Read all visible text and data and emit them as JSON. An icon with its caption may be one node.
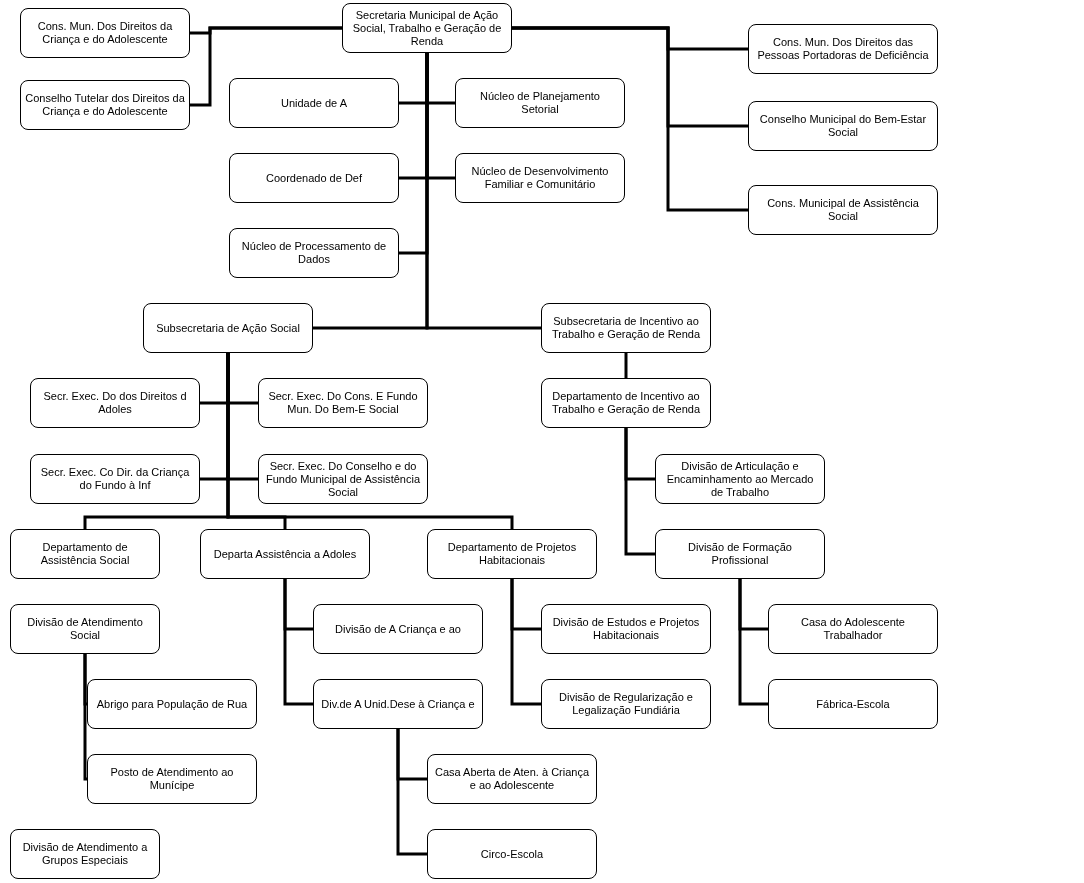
{
  "diagram": {
    "nodes": [
      {
        "text": [
          "Secretaria Municipal de Ação Social, Trabalho e Geração de Renda"
        ]
      },
      {
        "text": [
          "Cons. Mun. Dos Direitos da Criança e do Adolescente"
        ]
      },
      {
        "text": [
          "Conselho Tutelar dos Direitos da Criança e do Adolescente"
        ]
      },
      {
        "text": [
          "Cons. Mun. Dos Direitos das Pessoas Portadoras de Deficiência"
        ]
      },
      {
        "text": [
          "Conselho Municipal do Bem-Estar Social"
        ]
      },
      {
        "text": [
          "Cons. Municipal de Assistência Social"
        ]
      },
      {
        "text": [
          "Unidade de A"
        ]
      },
      {
        "text": [
          "Núcleo de Planejamento Setorial"
        ]
      },
      {
        "text": [
          "Coordenado de Def"
        ]
      },
      {
        "text": [
          "Núcleo de Desenvolvimento Familiar e Comunitário"
        ]
      },
      {
        "text": [
          "Núcleo de Processamento de Dados"
        ]
      },
      {
        "text": [
          "Subsecretaria de Ação Social"
        ]
      },
      {
        "text": [
          "Subsecretaria de Incentivo ao Trabalho e Geração de Renda"
        ]
      },
      {
        "text": [
          "Secr. Exec. Do dos Direitos d Adoles"
        ]
      },
      {
        "text": [
          "Secr. Exec. Do Cons. E Fundo Mun. Do Bem-E Social"
        ]
      },
      {
        "text": [
          "Secr. Exec. Co Dir. da Criança do Fundo à Inf"
        ]
      },
      {
        "text": [
          "Secr. Exec. Do Conselho e do Fundo Municipal de Assistência Social"
        ]
      },
      {
        "text": [
          "Departamento de Incentivo ao Trabalho e Geração de Renda"
        ]
      },
      {
        "text": [
          "Divisão de Articulação e Encaminhamento ao Mercado de Trabalho"
        ]
      },
      {
        "text": [
          "Departamento de Assistência Social"
        ]
      },
      {
        "text": [
          "Departa Assistência a Adoles"
        ]
      },
      {
        "text": [
          "Departamento de Projetos Habitacionais"
        ]
      },
      {
        "text": [
          "Divisão de Formação Profissional"
        ]
      },
      {
        "text": [
          "Divisão de Atendimento Social"
        ]
      },
      {
        "text": [
          "Divisão de A Criança e ao"
        ]
      },
      {
        "text": [
          "Divisão de Estudos e Projetos Habitacionais"
        ]
      },
      {
        "text": [
          "Casa do Adolescente Trabalhador"
        ]
      },
      {
        "text": [
          "Abrigo para População de Rua"
        ]
      },
      {
        "text": [
          "Div.de A Unid.Dese à Criança e"
        ]
      },
      {
        "text": [
          "Divisão de Regularização e Legalização Fundiária"
        ]
      },
      {
        "text": [
          "Fábrica-Escola"
        ]
      },
      {
        "text": [
          "Posto de Atendimento ao Munícipe"
        ]
      },
      {
        "text": [
          "Casa Aberta de Aten. à Criança e ao Adolescente"
        ]
      },
      {
        "text": [
          "Divisão de Atendimento a Grupos Especiais"
        ]
      },
      {
        "text": [
          "Circo-Escola"
        ]
      }
    ],
    "edges": [
      {
        "from": 0,
        "to": 1,
        "arrow": "none"
      },
      {
        "from": 0,
        "to": 2,
        "arrow": "none"
      },
      {
        "from": 0,
        "to": 3,
        "arrow": "none"
      },
      {
        "from": 0,
        "to": 4,
        "arrow": "none"
      },
      {
        "from": 0,
        "to": 5,
        "arrow": "none"
      },
      {
        "from": 0,
        "to": 6,
        "arrow": "none"
      },
      {
        "from": 0,
        "to": 7,
        "arrow": "none"
      },
      {
        "from": 0,
        "to": 8,
        "arrow": "none"
      },
      {
        "from": 0,
        "to": 9,
        "arrow": "none"
      },
      {
        "from": 0,
        "to": 10,
        "arrow": "none"
      },
      {
        "from": 0,
        "to": 11,
        "arrow": "none"
      },
      {
        "from": 0,
        "to": 12,
        "arrow": "none"
      },
      {
        "from": 11,
        "to": 13,
        "arrow": "none"
      },
      {
        "from": 11,
        "to": 14,
        "arrow": "none"
      },
      {
        "from": 11,
        "to": 15,
        "arrow": "none"
      },
      {
        "from": 11,
        "to": 16,
        "arrow": "none"
      },
      {
        "from": 11,
        "to": 19,
        "arrow": "none"
      },
      {
        "from": 11,
        "to": 20,
        "arrow": "none"
      },
      {
        "from": 11,
        "to": 21,
        "arrow": "none"
      },
      {
        "from": 12,
        "to": 17,
        "arrow": "none"
      },
      {
        "from": 17,
        "to": 18,
        "arrow": "none"
      },
      {
        "from": 17,
        "to": 22,
        "arrow": "none"
      },
      {
        "from": 22,
        "to": 26,
        "arrow": "none"
      },
      {
        "from": 22,
        "to": 30,
        "arrow": "none"
      },
      {
        "from": 21,
        "to": 25,
        "arrow": "none"
      },
      {
        "from": 21,
        "to": 29,
        "arrow": "none"
      },
      {
        "from": 20,
        "to": 24,
        "arrow": "none"
      },
      {
        "from": 20,
        "to": 28,
        "arrow": "none"
      },
      {
        "from": 23,
        "to": 27,
        "arrow": "none"
      },
      {
        "from": 23,
        "to": 31,
        "arrow": "none"
      },
      {
        "from": 28,
        "to": 32,
        "arrow": "none"
      },
      {
        "from": 28,
        "to": 34,
        "arrow": "none"
      }
    ]
  }
}
